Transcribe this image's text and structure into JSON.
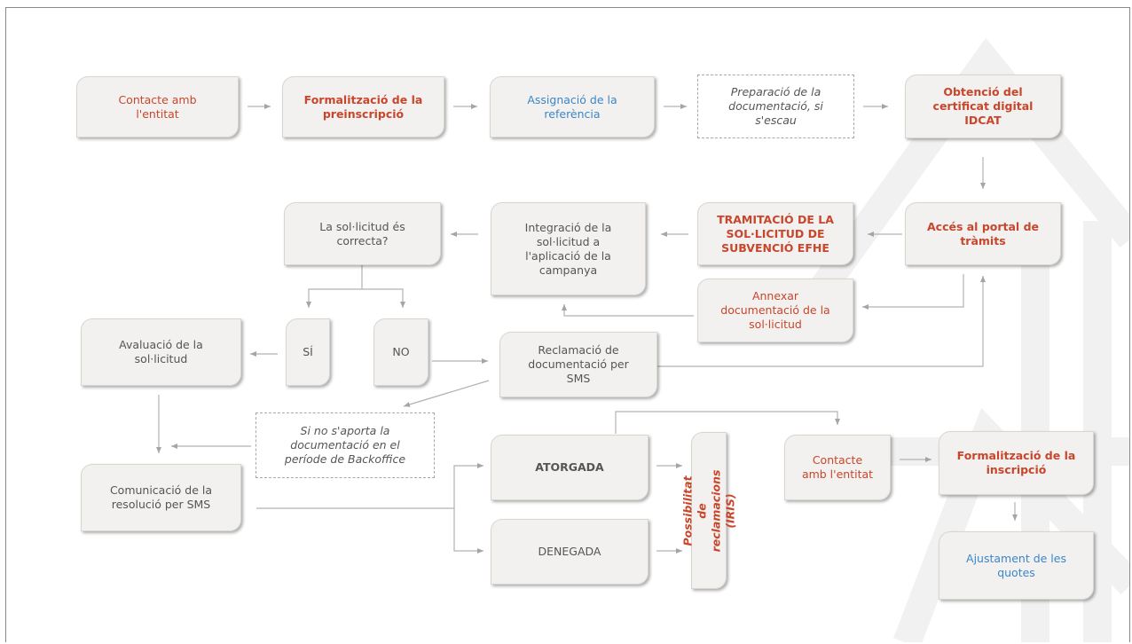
{
  "colors": {
    "accent_red": "#c8462b",
    "accent_blue": "#3b86c8",
    "box_fill": "#f2f1ef",
    "connector": "#b0b0b0"
  },
  "nodes": {
    "contacte_entitat": "Contacte amb\nl'entitat",
    "formalitzacio_preinscripcio": "Formalització de la\npreinscripció",
    "assignacio_referencia": "Assignació de la\nreferència",
    "preparacio_documentacio": "Preparació de la\ndocumentació, si\ns'escau",
    "obtencio_certificat": "Obtenció del\ncertificat digital\nIDCAT",
    "acces_portal": "Accés al portal de\ntràmits",
    "tramitacio_solicitud": "TRAMITACIÓ DE LA\nSOL·LICITUD DE\nSUBVENCIÓ EFHE",
    "integracio_solicitud": "Integració de la\nsol·licitud a\nl'aplicació de la\ncampanya",
    "solicitud_correcta": "La sol·licitud és\ncorrecta?",
    "annexar_documentacio": "Annexar\ndocumentació de la\nsol·licitud",
    "si": "SÍ",
    "no": "NO",
    "avaluacio_solicitud": "Avaluació de la\nsol·licitud",
    "reclamacio_documentacio": "Reclamació de\ndocumentació per\nSMS",
    "nota_backoffice": "Si no s'aporta la\ndocumentació en el\nperíode de Backoffice",
    "comunicacio_resolucio": "Comunicació de la\nresolució per SMS",
    "atorgada": "ATORGADA",
    "denegada": "DENEGADA",
    "possibilitat_reclamacions": "Possibilitat de\nreclamacions (IRIS)",
    "contacte_entitat_2": "Contacte\namb l'entitat",
    "formalitzacio_inscripcio": "Formalització de la\ninscripció",
    "ajustament_quotes": "Ajustament de les\nquotes"
  }
}
